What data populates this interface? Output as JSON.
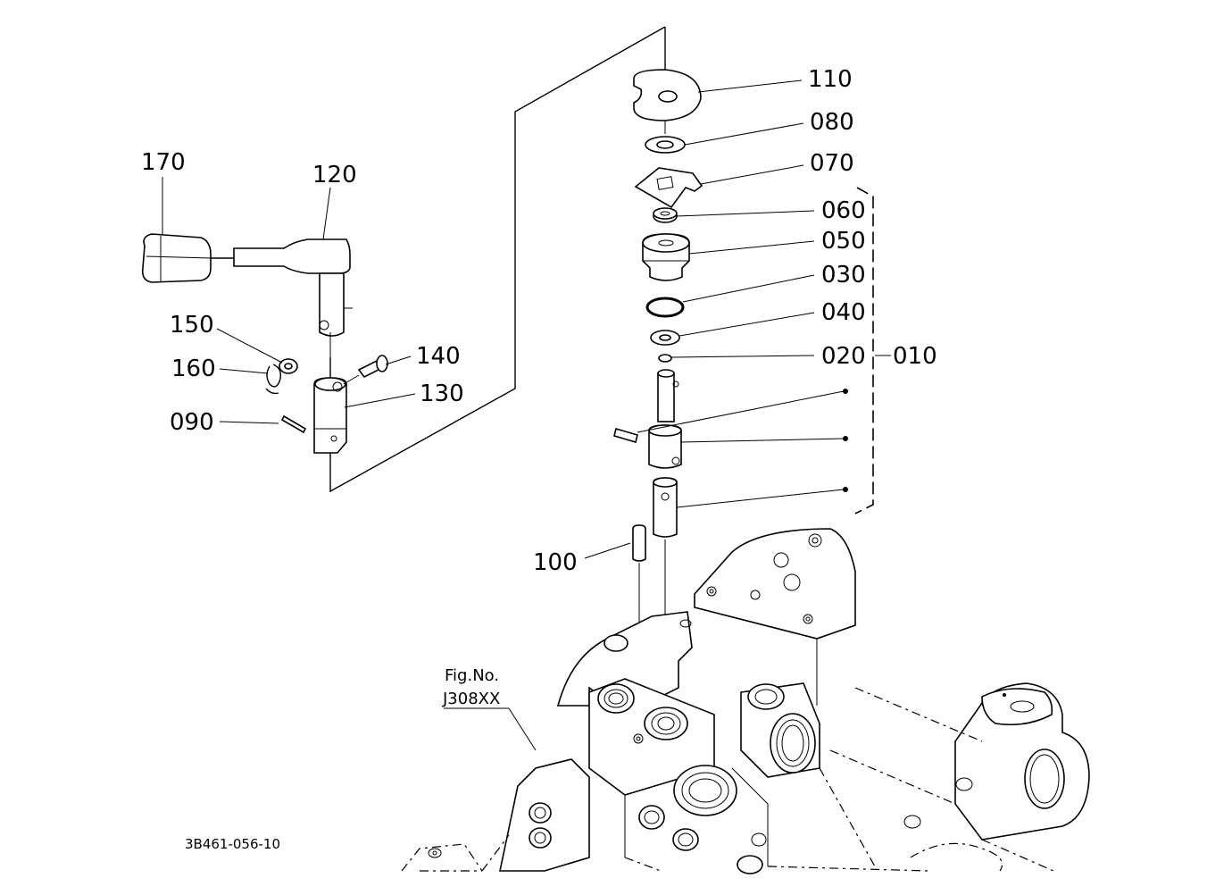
{
  "labels": {
    "p110": "110",
    "p080": "080",
    "p070": "070",
    "p060": "060",
    "p050": "050",
    "p030": "030",
    "p040": "040",
    "p020": "020",
    "p010": "010",
    "p100": "100",
    "p170": "170",
    "p120": "120",
    "p150": "150",
    "p160": "160",
    "p140": "140",
    "p130": "130",
    "p090": "090"
  },
  "figure": {
    "fig_no_label": "Fig.No.",
    "fig_no_value": "J308XX",
    "drawing_code": "3B461-056-10"
  }
}
